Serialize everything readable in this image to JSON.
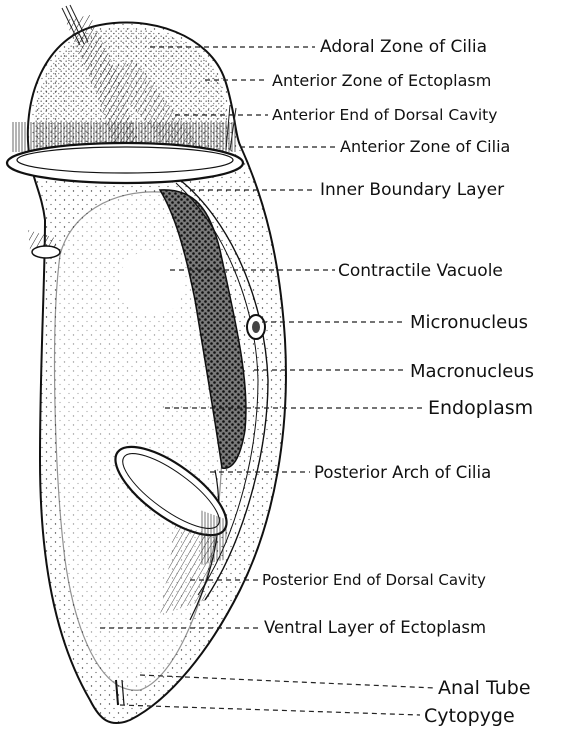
{
  "labels": {
    "adoral_zone": "Adoral Zone of Cilia",
    "anterior_ectoplasm": "Anterior Zone of Ectoplasm",
    "anterior_dorsal_cavity": "Anterior End of Dorsal Cavity",
    "anterior_cilia": "Anterior Zone of Cilia",
    "inner_boundary": "Inner Boundary Layer",
    "contractile_vacuole": "Contractile Vacuole",
    "micronucleus": "Micronucleus",
    "macronucleus": "Macronucleus",
    "endoplasm": "Endoplasm",
    "posterior_arch": "Posterior Arch of Cilia",
    "posterior_dorsal_cavity": "Posterior End of Dorsal Cavity",
    "ventral_ectoplasm": "Ventral Layer of Ectoplasm",
    "anal_tube": "Anal Tube",
    "cytopyge": "Cytopyge"
  },
  "colors": {
    "ink": "#111111",
    "paper": "#ffffff"
  }
}
